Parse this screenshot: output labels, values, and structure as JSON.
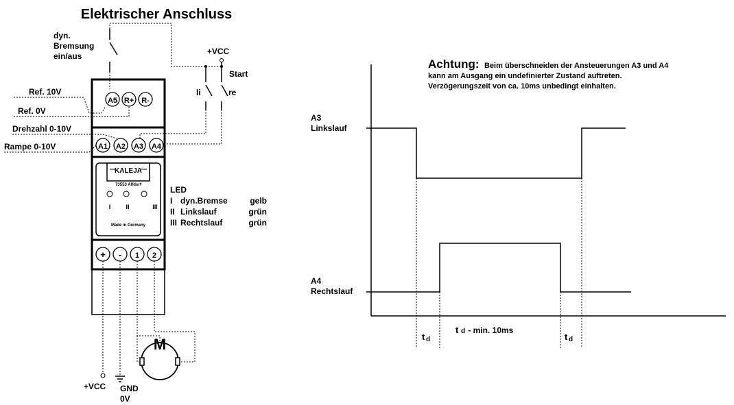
{
  "title": "Elektrischer Anschluss",
  "brake": [
    "dyn.",
    "Bremsung",
    "ein/aus"
  ],
  "vcc_top": "+VCC",
  "start": "Start",
  "switch_li": "li",
  "switch_re": "re",
  "left_labels": {
    "ref10": "Ref. 10V",
    "ref0": "Ref. 0V",
    "drehzahl": "Drehzahl 0-10V",
    "rampe": "Rampe 0-10V"
  },
  "terminals_top": [
    "A5",
    "R+",
    "R-"
  ],
  "terminals_mid": [
    "A1",
    "A2",
    "A3",
    "A4"
  ],
  "terminals_bottom": [
    "+",
    "-",
    "1",
    "2"
  ],
  "module": {
    "brand": "KALEJA",
    "address": "73553 Alfdorf",
    "roman": [
      "I",
      "II",
      "III"
    ],
    "made_in": "Made in Germany"
  },
  "led": {
    "title": "LED",
    "rows": [
      {
        "num": "I",
        "name": "dyn.Bremse",
        "color": "gelb"
      },
      {
        "num": "II",
        "name": "Linkslauf",
        "color": "grün"
      },
      {
        "num": "III",
        "name": "Rechtslauf",
        "color": "grün"
      }
    ]
  },
  "motor_label": "M",
  "bottom": {
    "vcc": "+VCC",
    "gnd": "GND",
    "zero": "0V"
  },
  "warning": {
    "head": "Achtung:",
    "line1": "Beim überschneiden der Ansteuerungen  A3 und A4",
    "line2": "kann am Ausgang ein undefinierter Zustand auftreten.",
    "line3": "Verzögerungszeit von ca. 10ms unbedingt einhalten."
  },
  "timing": {
    "a3": [
      "A3",
      "Linkslauf"
    ],
    "a4": [
      "A4",
      "Rechtslauf"
    ],
    "td_main": "t",
    "td_sub": "d",
    "td_label": " - min. 10ms"
  }
}
